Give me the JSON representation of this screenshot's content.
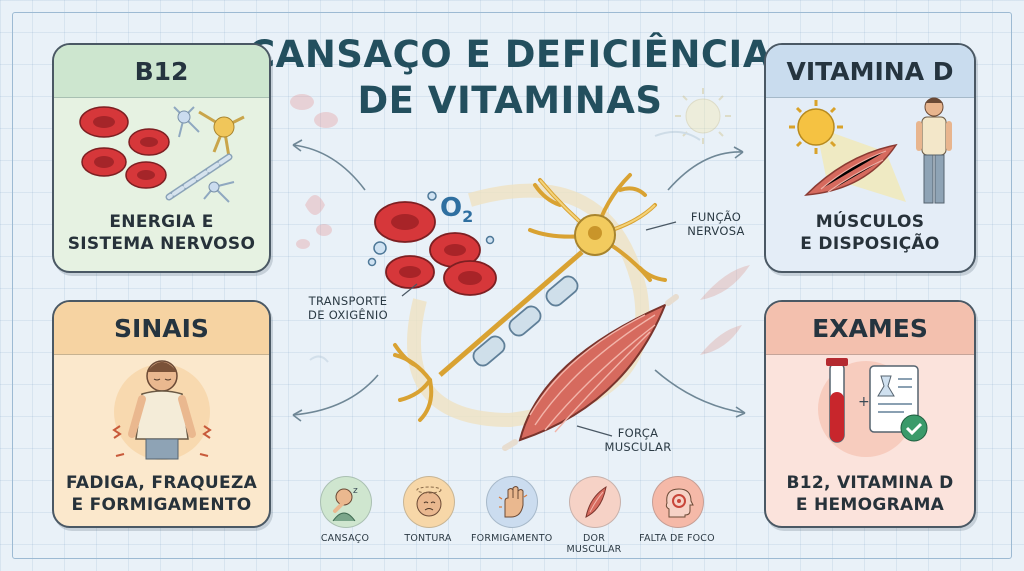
{
  "title_line1": "CANSAÇO E DEFICIÊNCIA",
  "title_line2": "DE VITAMINAS",
  "cards": {
    "b12": {
      "title": "B12",
      "caption_line1": "ENERGIA E",
      "caption_line2": "SISTEMA NERVOSO"
    },
    "vitamina_d": {
      "title": "VITAMINA D",
      "caption_line1": "MÚSCULOS",
      "caption_line2": "E DISPOSIÇÃO"
    },
    "sinais": {
      "title": "SINAIS",
      "caption_line1": "FADIGA, FRAQUEZA",
      "caption_line2": "E FORMIGAMENTO"
    },
    "exames": {
      "title": "EXAMES",
      "caption_line1": "B12, VITAMINA D",
      "caption_line2": "E HEMOGRAMA"
    }
  },
  "center": {
    "oxygen_symbol": "O",
    "oxygen_subscript": "2",
    "label_transporte_line1": "TRANSPORTE",
    "label_transporte_line2": "DE OXIGÊNIO",
    "label_funcao_line1": "FUNÇÃO",
    "label_funcao_line2": "NERVOSA",
    "label_forca_line1": "FORÇA",
    "label_forca_line2": "MUSCULAR"
  },
  "symptoms": [
    {
      "label": "CANSAÇO",
      "icon": "tired-person-icon",
      "color": "#cfe6cf"
    },
    {
      "label": "TONTURA",
      "icon": "dizzy-face-icon",
      "color": "#f7d7a8"
    },
    {
      "label": "FORMIGAMENTO",
      "icon": "tingling-hand-icon",
      "color": "#cbdcef"
    },
    {
      "label": "DOR MUSCULAR",
      "icon": "muscle-pain-icon",
      "color": "#f6d2c6"
    },
    {
      "label": "FALTA DE FOCO",
      "icon": "head-focus-icon",
      "color": "#f5b9a8"
    }
  ],
  "colors": {
    "title": "#234f5e",
    "blood_red": "#d6373a",
    "nerve_yellow": "#f0c65a",
    "muscle": "#d66a5e"
  }
}
